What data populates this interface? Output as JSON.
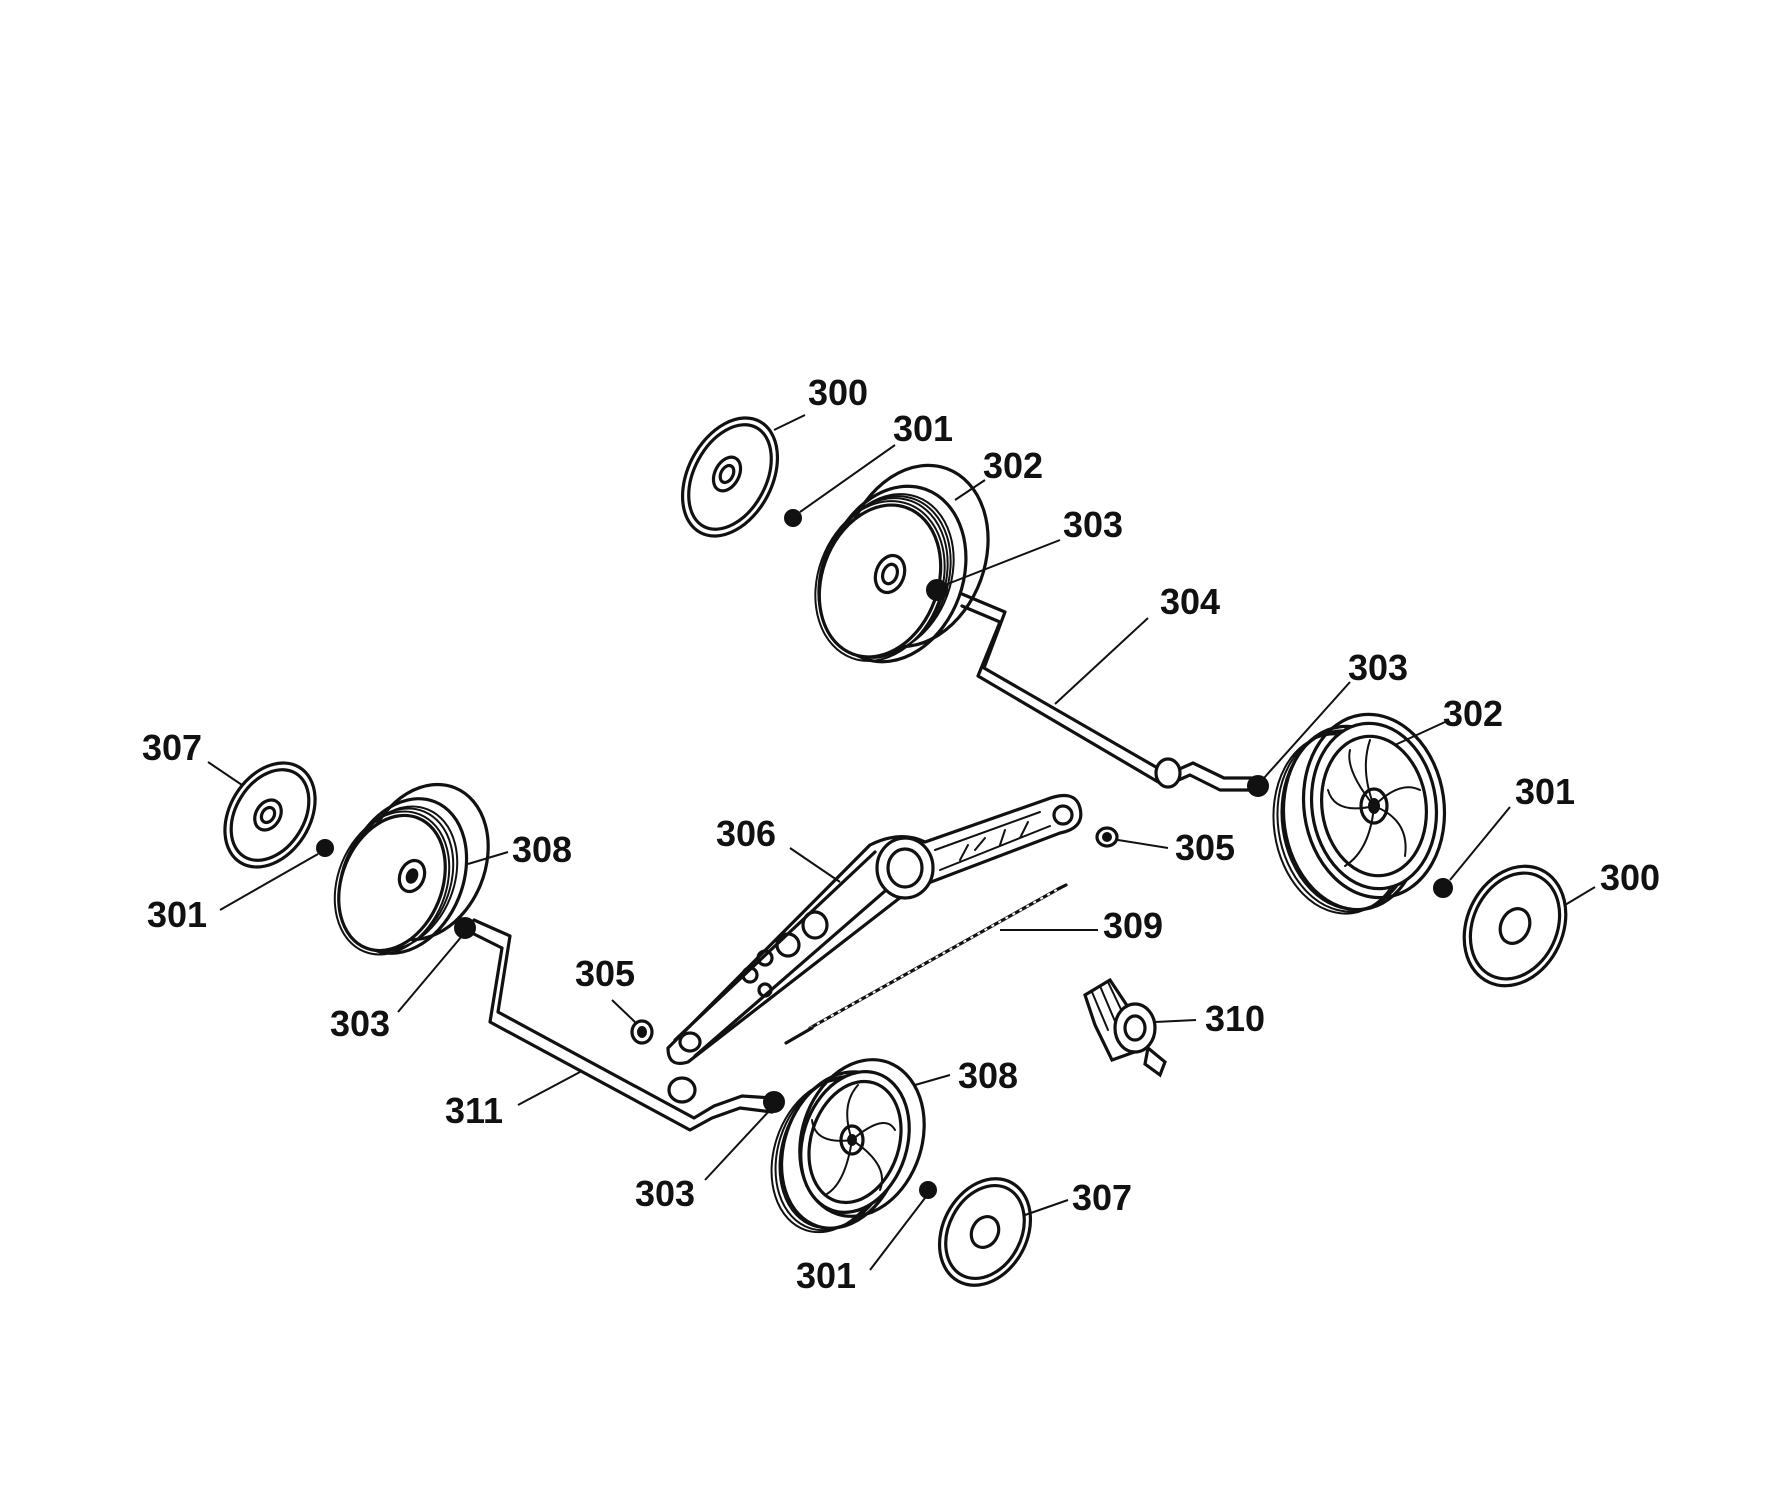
{
  "diagram": {
    "type": "exploded-parts-view",
    "colors": {
      "ink": "#111111",
      "background": "#ffffff"
    },
    "callouts": [
      {
        "id": "c300a",
        "number": "300"
      },
      {
        "id": "c301a",
        "number": "301"
      },
      {
        "id": "c302a",
        "number": "302"
      },
      {
        "id": "c303a",
        "number": "303"
      },
      {
        "id": "c304",
        "number": "304"
      },
      {
        "id": "c303b",
        "number": "303"
      },
      {
        "id": "c302b",
        "number": "302"
      },
      {
        "id": "c301b",
        "number": "301"
      },
      {
        "id": "c300b",
        "number": "300"
      },
      {
        "id": "c305a",
        "number": "305"
      },
      {
        "id": "c306",
        "number": "306"
      },
      {
        "id": "c309",
        "number": "309"
      },
      {
        "id": "c310",
        "number": "310"
      },
      {
        "id": "c307a",
        "number": "307"
      },
      {
        "id": "c301c",
        "number": "301"
      },
      {
        "id": "c308a",
        "number": "308"
      },
      {
        "id": "c303c",
        "number": "303"
      },
      {
        "id": "c305b",
        "number": "305"
      },
      {
        "id": "c311",
        "number": "311"
      },
      {
        "id": "c308b",
        "number": "308"
      },
      {
        "id": "c303d",
        "number": "303"
      },
      {
        "id": "c307b",
        "number": "307"
      },
      {
        "id": "c301d",
        "number": "301"
      }
    ]
  }
}
